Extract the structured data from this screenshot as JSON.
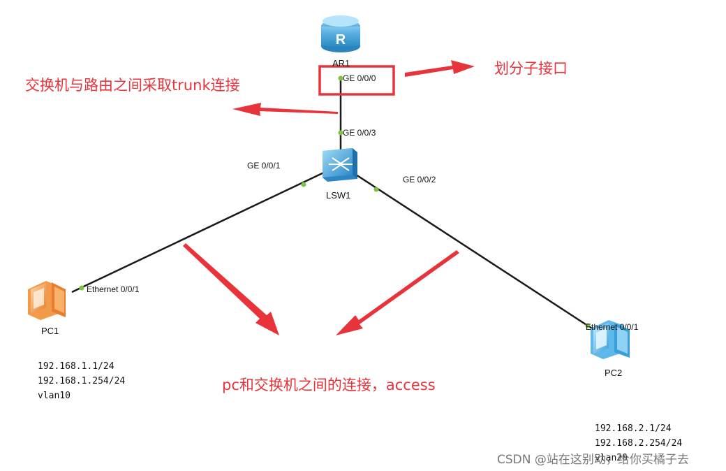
{
  "devices": {
    "router": {
      "label": "AR1",
      "icon": "router-icon"
    },
    "switch": {
      "label": "LSW1",
      "icon": "switch-icon"
    },
    "pc1": {
      "label": "PC1",
      "icon": "pc-icon"
    },
    "pc2": {
      "label": "PC2",
      "icon": "pc-icon"
    }
  },
  "ports": {
    "router_ge000": "GE 0/0/0",
    "switch_ge003": "GE 0/0/3",
    "switch_ge001": "GE 0/0/1",
    "switch_ge002": "GE 0/0/2",
    "pc1_eth": "Ethernet 0/0/1",
    "pc2_eth": "Ethernet 0/0/1"
  },
  "annotations": {
    "trunk": "交换机与路由之间采取trunk连接",
    "subinterface": "划分子接口",
    "access": "pc和交换机之间的连接，access"
  },
  "pc1_config": [
    "192.168.1.1/24",
    "192.168.1.254/24",
    "vlan10"
  ],
  "pc2_config": [
    "192.168.2.1/24",
    "192.168.2.254/24",
    "vlan20"
  ],
  "watermark": "CSDN @站在这别动，给你买橘子去",
  "colors": {
    "annotation": "#e8333b",
    "link": "#1a1a1a",
    "port_dot": "#7dc242",
    "router": "#3aa7de",
    "switch": "#3fa6e0",
    "pc1": "#f39a4a",
    "pc2": "#5fb8ea"
  }
}
